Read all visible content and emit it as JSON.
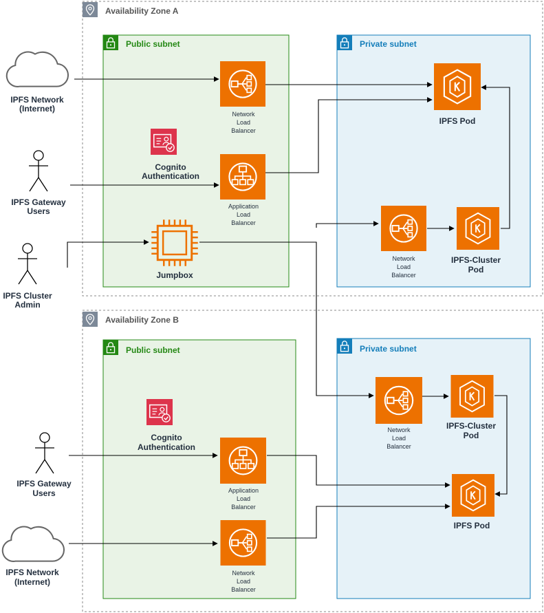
{
  "zones": {
    "a": {
      "title": "Availability Zone A",
      "public_subnet": "Public subnet",
      "private_subnet": "Private subnet",
      "external_network": [
        "IPFS Network",
        "(Internet)"
      ],
      "gateway_users": [
        "IPFS Gateway",
        "Users"
      ],
      "cluster_admin": [
        "IPFS Cluster",
        "Admin"
      ],
      "cognito": [
        "Cognito",
        "Authentication"
      ],
      "nlb_public": [
        "Network",
        "Load",
        "Balancer"
      ],
      "alb_public": [
        "Application",
        "Load",
        "Balancer"
      ],
      "jumpbox": "Jumpbox",
      "ipfs_pod": "IPFS Pod",
      "nlb_private": [
        "Network",
        "Load",
        "Balancer"
      ],
      "cluster_pod": [
        "IPFS-Cluster",
        "Pod"
      ]
    },
    "b": {
      "title": "Availability Zone B",
      "public_subnet": "Public subnet",
      "private_subnet": "Private subnet",
      "cognito": [
        "Cognito",
        "Authentication"
      ],
      "gateway_users": [
        "IPFS Gateway",
        "Users"
      ],
      "external_network": [
        "IPFS Network",
        "(Internet)"
      ],
      "alb_public": [
        "Application",
        "Load",
        "Balancer"
      ],
      "nlb_public": [
        "Network",
        "Load",
        "Balancer"
      ],
      "nlb_private": [
        "Network",
        "Load",
        "Balancer"
      ],
      "cluster_pod": [
        "IPFS-Cluster",
        "Pod"
      ],
      "ipfs_pod": "IPFS Pod"
    }
  },
  "colors": {
    "public_fill": "#e9f3e6",
    "public_border": "#248814",
    "private_fill": "#e6f2f8",
    "private_border": "#147eba",
    "service_orange": "#ed7100",
    "cognito_red": "#dd344c"
  },
  "icons": {
    "zone": "location-pin-icon",
    "subnet": "padlock-icon",
    "network": "cloud-icon",
    "users": "user-actor-icon",
    "nlb": "network-load-balancer-icon",
    "alb": "application-load-balancer-icon",
    "jumpbox": "ec2-instance-icon",
    "pod": "kubernetes-pod-icon",
    "cognito": "cognito-icon"
  }
}
